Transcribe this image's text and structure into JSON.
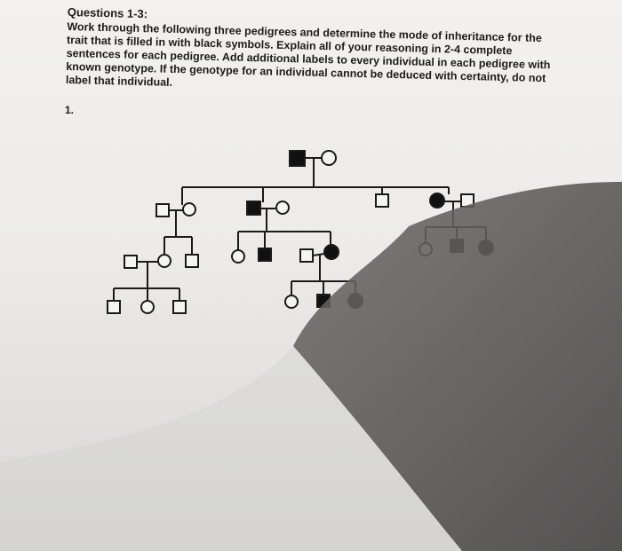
{
  "document": {
    "title": "Questions 1-3:",
    "instructions": "Work through the following three pedigrees and determine the mode of inheritance for the trait that is filled in with black symbols. Explain all of your reasoning in 2-4 complete sentences for each pedigree. Add additional labels to every individual in each pedigree with known genotype. If the genotype for an individual cannot be deduced with certainty, do not label that individual.",
    "item_number": "1."
  },
  "pedigree": {
    "generations": 4,
    "affected_fill": "#111111",
    "unaffected_fill": "#f4f4f2",
    "individuals": [
      {
        "id": "I-1",
        "sex": "male",
        "affected": true
      },
      {
        "id": "I-2",
        "sex": "female",
        "affected": false
      },
      {
        "id": "II-1",
        "sex": "male",
        "affected": false
      },
      {
        "id": "II-2",
        "sex": "female",
        "affected": false
      },
      {
        "id": "II-3",
        "sex": "male",
        "affected": true
      },
      {
        "id": "II-4",
        "sex": "female",
        "affected": false
      },
      {
        "id": "II-5",
        "sex": "male",
        "affected": false
      },
      {
        "id": "II-6",
        "sex": "female",
        "affected": true
      },
      {
        "id": "II-7",
        "sex": "male",
        "affected": false
      },
      {
        "id": "III-1",
        "sex": "male",
        "affected": false
      },
      {
        "id": "III-2",
        "sex": "female",
        "affected": false
      },
      {
        "id": "III-3",
        "sex": "male",
        "affected": false
      },
      {
        "id": "III-4",
        "sex": "female",
        "affected": false
      },
      {
        "id": "III-5",
        "sex": "male",
        "affected": true
      },
      {
        "id": "III-6",
        "sex": "male",
        "affected": false
      },
      {
        "id": "III-7",
        "sex": "female",
        "affected": true
      },
      {
        "id": "III-8",
        "sex": "female",
        "affected": false
      },
      {
        "id": "III-9",
        "sex": "male",
        "affected": true
      },
      {
        "id": "III-10",
        "sex": "female",
        "affected": true
      },
      {
        "id": "IV-1",
        "sex": "male",
        "affected": false
      },
      {
        "id": "IV-2",
        "sex": "female",
        "affected": false
      },
      {
        "id": "IV-3",
        "sex": "male",
        "affected": false
      },
      {
        "id": "IV-4",
        "sex": "female",
        "affected": false
      },
      {
        "id": "IV-5",
        "sex": "male",
        "affected": true
      },
      {
        "id": "IV-6",
        "sex": "female",
        "affected": true
      }
    ]
  }
}
